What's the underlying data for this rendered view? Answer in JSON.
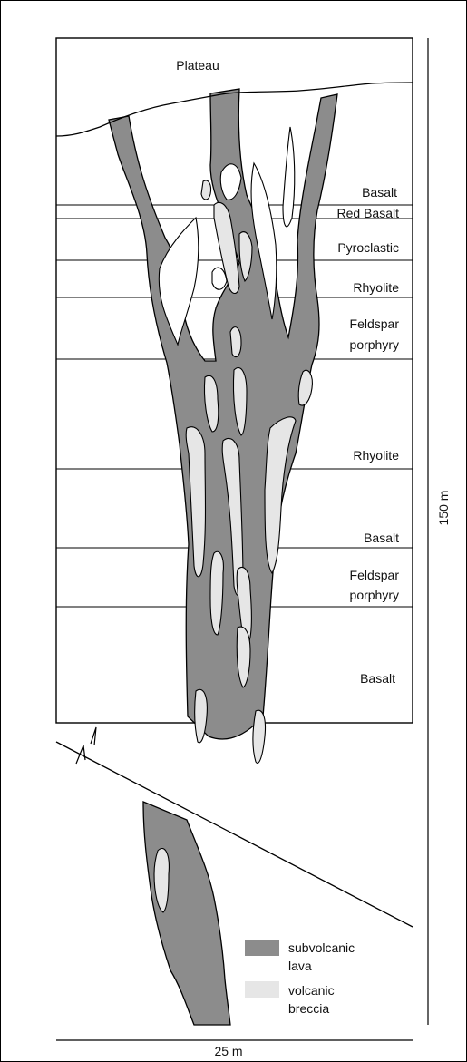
{
  "title": "",
  "top_label": "Plateau",
  "layers": [
    {
      "lines": [
        "Basalt"
      ]
    },
    {
      "lines": [
        "Red Basalt"
      ]
    },
    {
      "lines": [
        "Pyroclastic"
      ]
    },
    {
      "lines": [
        "Rhyolite"
      ]
    },
    {
      "lines": [
        "Feldspar",
        "porphyry"
      ]
    },
    {
      "lines": [
        "Rhyolite"
      ]
    },
    {
      "lines": [
        "Basalt"
      ]
    },
    {
      "lines": [
        "Feldspar",
        "porphyry"
      ]
    },
    {
      "lines": [
        "Basalt"
      ]
    }
  ],
  "scale": {
    "vertical": "150 m",
    "horizontal": "25 m"
  },
  "legend": [
    {
      "lines": [
        "subvolcanic",
        "lava"
      ],
      "color": "#8c8c8c"
    },
    {
      "lines": [
        "volcanic",
        "breccia"
      ],
      "color": "#e6e6e6"
    }
  ],
  "colors": {
    "lava": "#8c8c8c",
    "breccia": "#e6e6e6",
    "outline": "#000000"
  }
}
